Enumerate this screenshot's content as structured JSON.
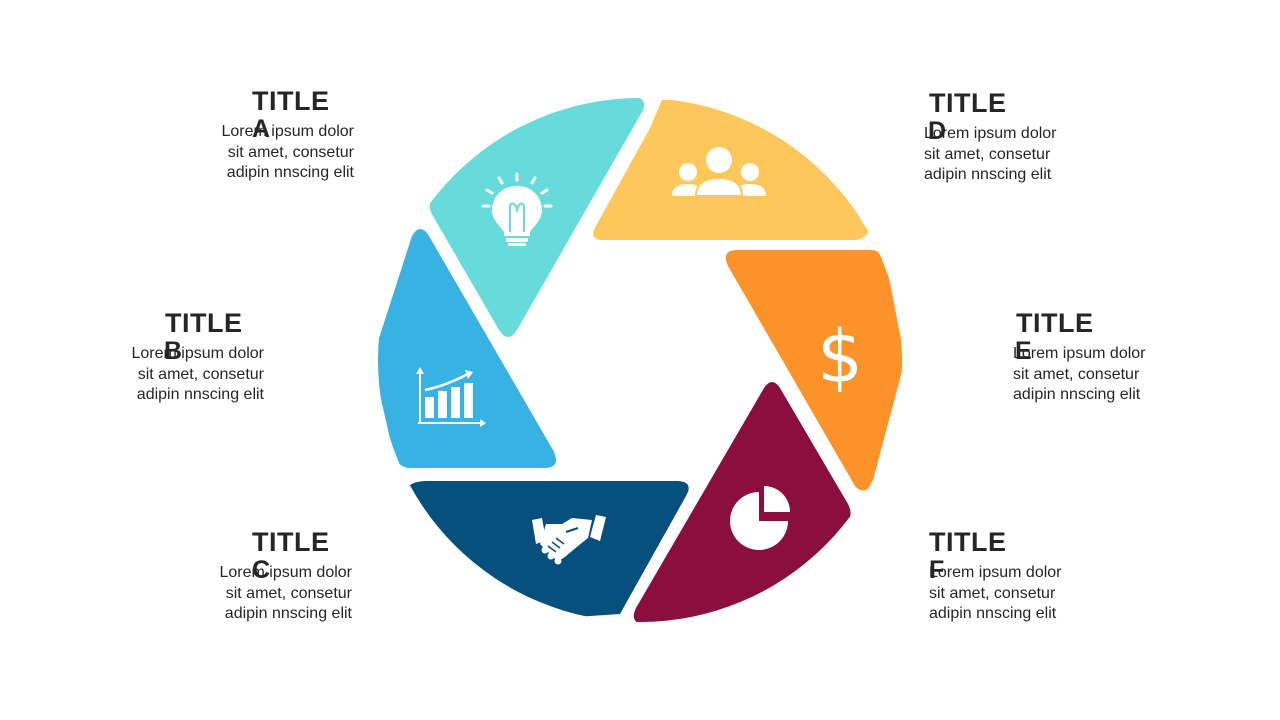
{
  "segments": [
    {
      "id": "A",
      "color": "#67DBD9",
      "icon": "lightbulb-icon"
    },
    {
      "id": "B",
      "color": "#38B1E3",
      "icon": "bar-chart-growth-icon"
    },
    {
      "id": "C",
      "color": "#07507E",
      "icon": "handshake-icon"
    },
    {
      "id": "D",
      "color": "#FEC75C",
      "icon": "team-people-icon"
    },
    {
      "id": "E",
      "color": "#FC922A",
      "icon": "dollar-sign-icon"
    },
    {
      "id": "F",
      "color": "#8A0F3E",
      "icon": "pie-chart-icon"
    }
  ],
  "labels": {
    "A": {
      "title": "TITLE",
      "letter": "A",
      "lines": [
        "Lorem ipsum dolor",
        "sit amet, consetur",
        "adipin nnscing elit"
      ]
    },
    "B": {
      "title": "TITLE",
      "letter": "B",
      "lines": [
        "Lorem ipsum dolor",
        "sit amet, consetur",
        "adipin nnscing elit"
      ]
    },
    "C": {
      "title": "TITLE",
      "letter": "C",
      "lines": [
        "Lorem ipsum dolor",
        "sit amet, consetur",
        "adipin nnscing elit"
      ]
    },
    "D": {
      "title": "TITLE",
      "letter": "D",
      "lines": [
        "Lorem ipsum dolor",
        "sit amet, consetur",
        "adipin nnscing elit"
      ]
    },
    "E": {
      "title": "TITLE",
      "letter": "E",
      "lines": [
        "Lorem ipsum dolor",
        "sit amet, consetur",
        "adipin nnscing elit"
      ]
    },
    "F": {
      "title": "TITLE",
      "letter": "F",
      "lines": [
        "Lorem ipsum dolor",
        "sit amet, consetur",
        "adipin nnscing elit"
      ]
    }
  }
}
